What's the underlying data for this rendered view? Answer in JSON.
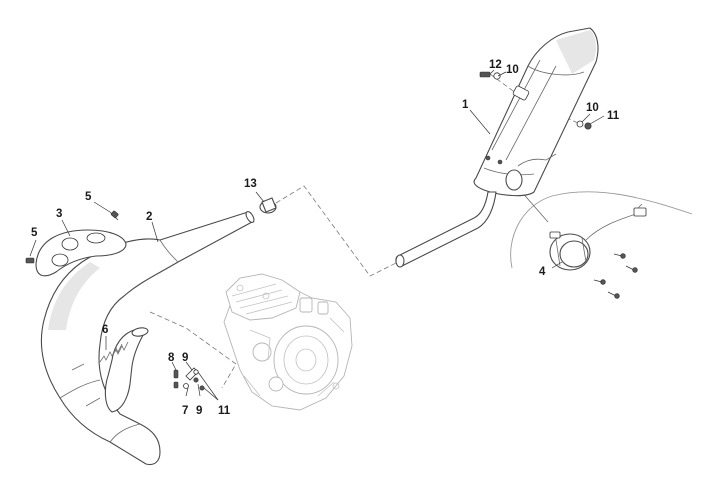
{
  "callouts": [
    {
      "id": "c1",
      "label": "1"
    },
    {
      "id": "c2",
      "label": "2"
    },
    {
      "id": "c3",
      "label": "3"
    },
    {
      "id": "c4",
      "label": "4"
    },
    {
      "id": "c5a",
      "label": "5"
    },
    {
      "id": "c5b",
      "label": "5"
    },
    {
      "id": "c6",
      "label": "6"
    },
    {
      "id": "c7",
      "label": "7"
    },
    {
      "id": "c8",
      "label": "8"
    },
    {
      "id": "c9a",
      "label": "9"
    },
    {
      "id": "c9b",
      "label": "9"
    },
    {
      "id": "c10a",
      "label": "10"
    },
    {
      "id": "c10b",
      "label": "10"
    },
    {
      "id": "c11a",
      "label": "11"
    },
    {
      "id": "c11b",
      "label": "11"
    },
    {
      "id": "c12",
      "label": "12"
    },
    {
      "id": "c13",
      "label": "13"
    }
  ]
}
